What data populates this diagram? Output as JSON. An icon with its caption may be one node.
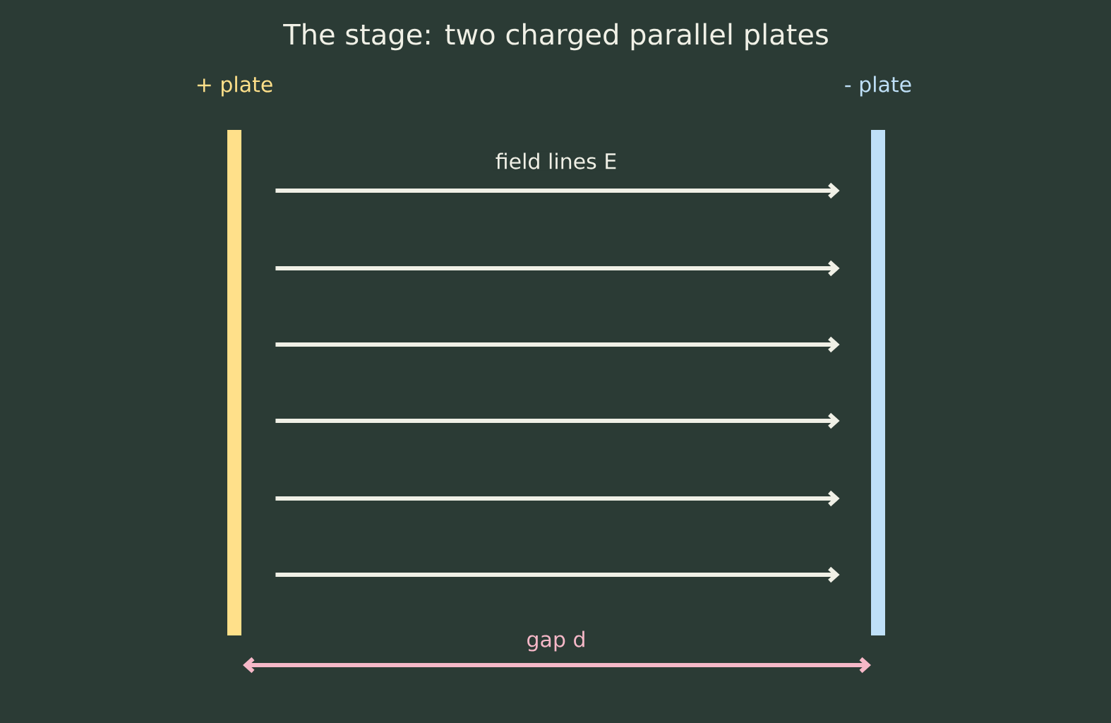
{
  "diagram": {
    "title": "The stage: two charged parallel plates",
    "nodes": [
      {
        "text": [
          "+ plate"
        ]
      },
      {
        "text": [
          "- plate"
        ]
      }
    ],
    "edges": [
      {
        "from": 0,
        "to": 1,
        "arrow": "to",
        "label": "field lines E"
      },
      {
        "from": 0,
        "to": 1,
        "arrow": "to"
      },
      {
        "from": 0,
        "to": 1,
        "arrow": "to"
      },
      {
        "from": 0,
        "to": 1,
        "arrow": "to"
      },
      {
        "from": 0,
        "to": 1,
        "arrow": "to"
      },
      {
        "from": 0,
        "to": 1,
        "arrow": "to"
      }
    ],
    "labels": [
      "gap d"
    ]
  }
}
